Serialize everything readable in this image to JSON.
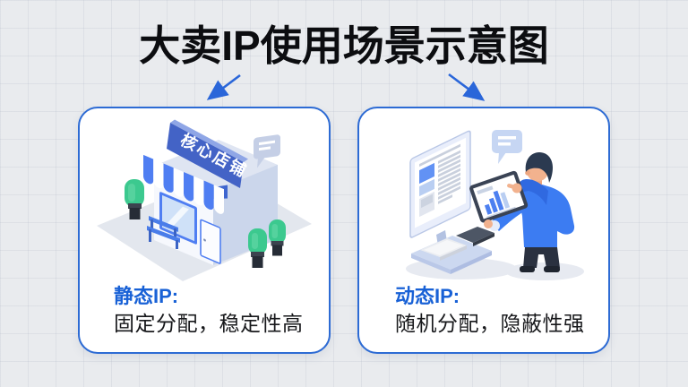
{
  "page": {
    "title": "大卖IP使用场景示意图"
  },
  "cards": {
    "static": {
      "label": "静态IP:",
      "description": "固定分配，稳定性高",
      "sign_text": "核心店铺",
      "illustration": "isometric-storefront"
    },
    "dynamic": {
      "label": "动态IP:",
      "description": "随机分配，隐蔽性强",
      "illustration": "person-with-tablet-and-monitor"
    }
  },
  "icons": {
    "arrow_left": "arrow-down-left",
    "arrow_right": "arrow-down-right",
    "speech_bubble": "chat-bubble",
    "tablet_chart": "bar-chart"
  },
  "colors": {
    "background": "#e9ebee",
    "card_border": "#2d6bd4",
    "label_blue": "#1861d6",
    "arrow_blue": "#2a66d9",
    "title_text": "#0c0d10",
    "awning_blue": "#4f7ef2",
    "sign_blue": "#4363c6",
    "tree_green": "#3cc98f",
    "sweater_blue": "#3c7cf2"
  }
}
